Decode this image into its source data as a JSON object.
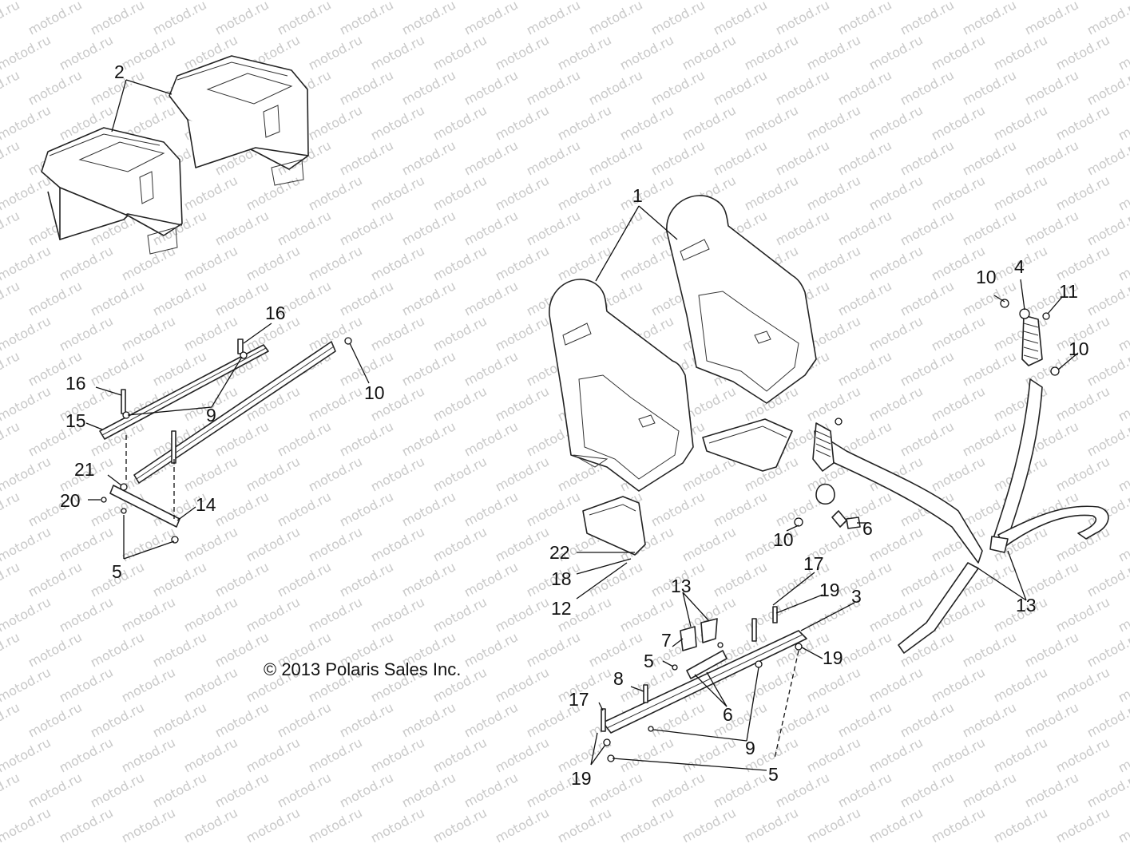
{
  "diagram": {
    "watermark_text": "motod.ru",
    "copyright": "© 2013 Polaris Sales Inc.",
    "callouts": {
      "c2": "2",
      "c1": "1",
      "c16a": "16",
      "c16b": "16",
      "c15": "15",
      "c9a": "9",
      "c10a": "10",
      "c21": "21",
      "c20": "20",
      "c14": "14",
      "c5a": "5",
      "c10b": "10",
      "c4": "4",
      "c11": "11",
      "c10c": "10",
      "c10d": "10",
      "c6a": "6",
      "c22": "22",
      "c18": "18",
      "c12": "12",
      "c13a": "13",
      "c17a": "17",
      "c19a": "19",
      "c3": "3",
      "c13b": "13",
      "c7": "7",
      "c5b": "5",
      "c19b": "19",
      "c8": "8",
      "c6b": "6",
      "c17b": "17",
      "c9b": "9",
      "c19c": "19",
      "c5c": "5"
    }
  }
}
